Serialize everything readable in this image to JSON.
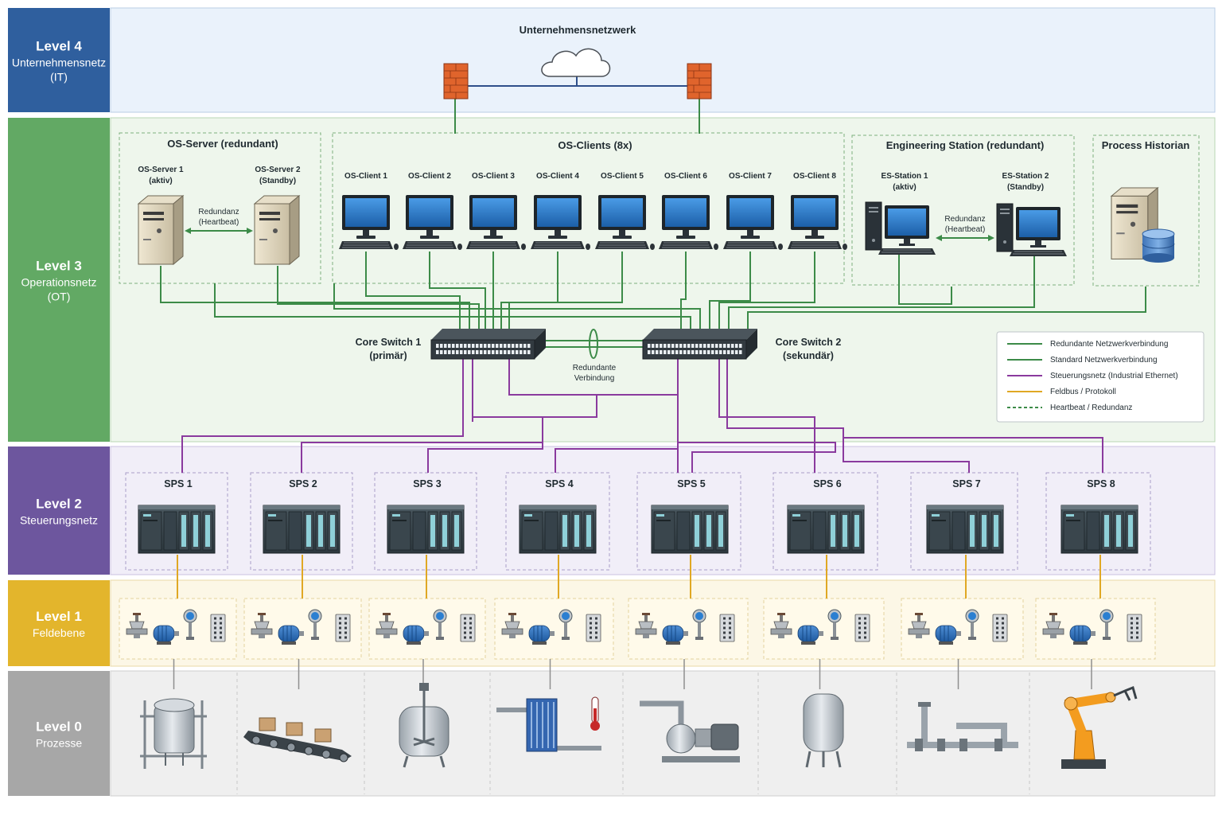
{
  "levels": [
    {
      "number": "Level 4",
      "name": [
        "Unternehmensnetz",
        "(IT)"
      ],
      "color": "#2f5f9e"
    },
    {
      "number": "Level 3",
      "name": [
        "Operationsnetz",
        "(OT)"
      ],
      "color": "#62a964"
    },
    {
      "number": "Level 2",
      "name": [
        "Steuerungsnetz"
      ],
      "color": "#6d569e"
    },
    {
      "number": "Level 1",
      "name": [
        "Feldebene"
      ],
      "color": "#e3b52c"
    },
    {
      "number": "Level 0",
      "name": [
        "Prozesse"
      ],
      "color": "#a7a7a7"
    }
  ],
  "enterprise": {
    "title": "Unternehmensnetzwerk"
  },
  "os_server": {
    "title": "OS-Server (redundant)",
    "server1": [
      "OS-Server 1",
      "(aktiv)"
    ],
    "server2": [
      "OS-Server 2",
      "(Standby)"
    ],
    "redundancy": [
      "Redundanz",
      "(Heartbeat)"
    ]
  },
  "os_clients": {
    "title": "OS-Clients (8x)",
    "items": [
      "OS-Client 1",
      "OS-Client 2",
      "OS-Client 3",
      "OS-Client 4",
      "OS-Client 5",
      "OS-Client 6",
      "OS-Client 7",
      "OS-Client 8"
    ]
  },
  "engineering": {
    "title": "Engineering Station (redundant)",
    "station1": [
      "ES-Station 1",
      "(aktiv)"
    ],
    "station2": [
      "ES-Station 2",
      "(Standby)"
    ],
    "redundancy": [
      "Redundanz",
      "(Heartbeat)"
    ]
  },
  "historian": {
    "title": "Process Historian"
  },
  "switches": {
    "switch1": [
      "Core Switch 1",
      "(primär)"
    ],
    "switch2": [
      "Core Switch 2",
      "(sekundär)"
    ],
    "link": [
      "Redundante",
      "Verbindung"
    ]
  },
  "legend": [
    {
      "label": "Redundante Netzwerkverbindung",
      "color": "#3c8b48",
      "dashed": false
    },
    {
      "label": "Standard Netzwerkverbindung",
      "color": "#3c8b48",
      "dashed": false
    },
    {
      "label": "Steuerungsnetz (Industrial Ethernet)",
      "color": "#8a3a9e",
      "dashed": false
    },
    {
      "label": "Feldbus / Protokoll",
      "color": "#e0a824",
      "dashed": false
    },
    {
      "label": "Heartbeat / Redundanz",
      "color": "#3c8b48",
      "dashed": true
    }
  ],
  "plcs": [
    "SPS 1",
    "SPS 2",
    "SPS 3",
    "SPS 4",
    "SPS 5",
    "SPS 6",
    "SPS 7",
    "SPS 8"
  ],
  "field_devices": [
    "valve-icon",
    "motor-icon",
    "transmitter-icon",
    "io-module-icon"
  ],
  "processes": [
    "tank-icon",
    "conveyor-icon",
    "reactor-icon",
    "heat-exchanger-icon",
    "pump-icon",
    "storage-tank-icon",
    "pipeline-icon",
    "robot-arm-icon"
  ],
  "colors": {
    "green_line": "#3c8b48",
    "purple_line": "#8a3a9e",
    "yellow_line": "#e0a824",
    "grey_line": "#8f8f8f",
    "monitor": "#2b7fd1"
  }
}
